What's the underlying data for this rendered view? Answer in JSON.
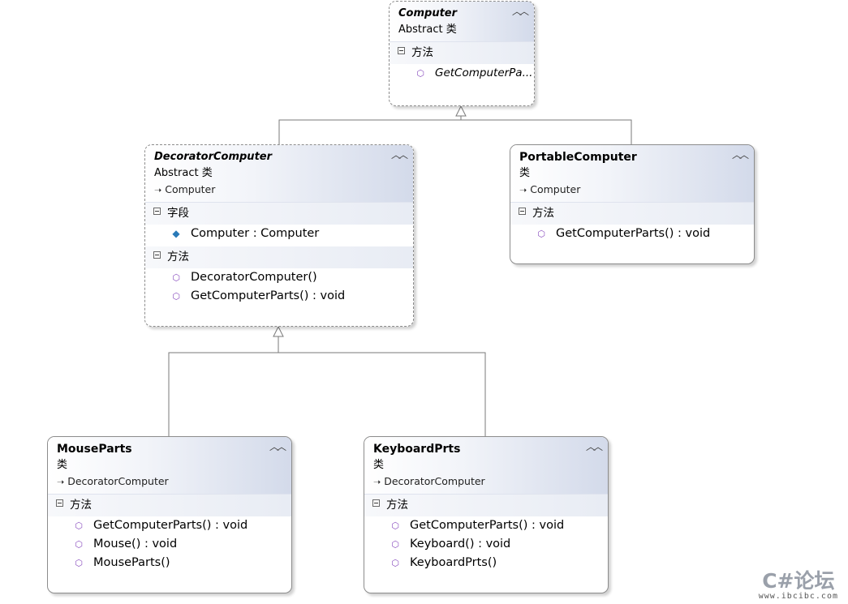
{
  "classes": {
    "computer": {
      "name": "Computer",
      "kind": "Abstract 类",
      "base": "",
      "sections": [
        {
          "title": "方法",
          "members": [
            {
              "label": "GetComputerPa...",
              "icon": "method-icon"
            }
          ]
        }
      ]
    },
    "decorator": {
      "name": "DecoratorComputer",
      "kind": "Abstract 类",
      "base": "Computer",
      "sections": [
        {
          "title": "字段",
          "members": [
            {
              "label": "Computer : Computer",
              "icon": "field-icon"
            }
          ]
        },
        {
          "title": "方法",
          "members": [
            {
              "label": "DecoratorComputer()",
              "icon": "method-icon"
            },
            {
              "label": "GetComputerParts() : void",
              "icon": "method-icon"
            }
          ]
        }
      ]
    },
    "portable": {
      "name": "PortableComputer",
      "kind": "类",
      "base": "Computer",
      "sections": [
        {
          "title": "方法",
          "members": [
            {
              "label": "GetComputerParts() : void",
              "icon": "method-icon"
            }
          ]
        }
      ]
    },
    "mouse": {
      "name": "MouseParts",
      "kind": "类",
      "base": "DecoratorComputer",
      "sections": [
        {
          "title": "方法",
          "members": [
            {
              "label": "GetComputerParts() : void",
              "icon": "method-icon"
            },
            {
              "label": "Mouse() : void",
              "icon": "method-icon"
            },
            {
              "label": "MouseParts()",
              "icon": "method-icon"
            }
          ]
        }
      ]
    },
    "keyboard": {
      "name": "KeyboardPrts",
      "kind": "类",
      "base": "DecoratorComputer",
      "sections": [
        {
          "title": "方法",
          "members": [
            {
              "label": "GetComputerParts() : void",
              "icon": "method-icon"
            },
            {
              "label": "Keyboard() : void",
              "icon": "method-icon"
            },
            {
              "label": "KeyboardPrts()",
              "icon": "method-icon"
            }
          ]
        }
      ]
    }
  },
  "watermark": {
    "main": "C#论坛",
    "sub": "www.ibcibc.com"
  },
  "colors": {
    "line": "#7a7a7a",
    "method_icon": "#8a4fbf",
    "field_icon": "#2a7ab8"
  }
}
